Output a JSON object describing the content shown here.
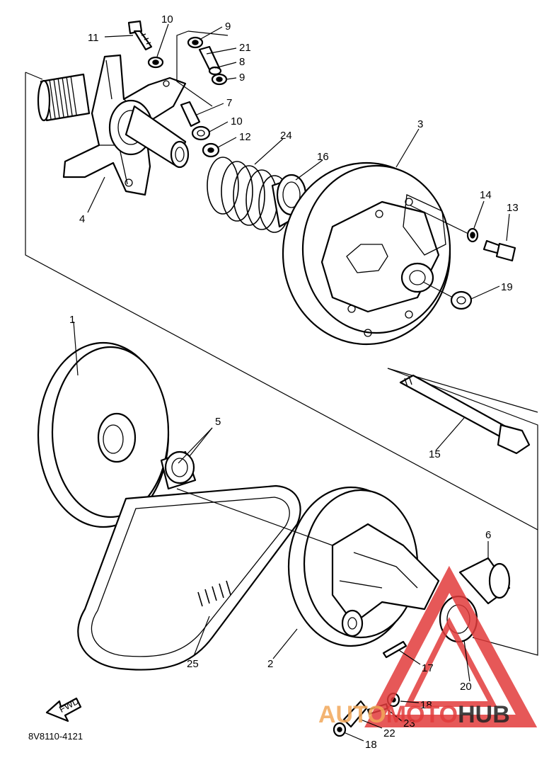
{
  "diagram_code": "8V8110-4121",
  "front_marker": "FWD",
  "watermark": {
    "part1": "AUTO",
    "part2": "MOTO",
    "part3": "HUB",
    "color_red": "#e23b3b",
    "color_orange": "#f2a85a",
    "color_dark": "#222222"
  },
  "callouts": [
    {
      "id": "c11a",
      "text": "11"
    },
    {
      "id": "c10a",
      "text": "10"
    },
    {
      "id": "c9a",
      "text": "9"
    },
    {
      "id": "c21",
      "text": "21"
    },
    {
      "id": "c8",
      "text": "8"
    },
    {
      "id": "c9b",
      "text": "9"
    },
    {
      "id": "c7",
      "text": "7"
    },
    {
      "id": "c10b",
      "text": "10"
    },
    {
      "id": "c12",
      "text": "12"
    },
    {
      "id": "c24",
      "text": "24"
    },
    {
      "id": "c16",
      "text": "16"
    },
    {
      "id": "c3",
      "text": "3"
    },
    {
      "id": "c4",
      "text": "4"
    },
    {
      "id": "c14",
      "text": "14"
    },
    {
      "id": "c13",
      "text": "13"
    },
    {
      "id": "c19",
      "text": "19"
    },
    {
      "id": "c1",
      "text": "1"
    },
    {
      "id": "c5",
      "text": "5"
    },
    {
      "id": "c15",
      "text": "15"
    },
    {
      "id": "c6",
      "text": "6"
    },
    {
      "id": "c25",
      "text": "25"
    },
    {
      "id": "c2",
      "text": "2"
    },
    {
      "id": "c17",
      "text": "17"
    },
    {
      "id": "c20",
      "text": "20"
    },
    {
      "id": "c18a",
      "text": "18"
    },
    {
      "id": "c23",
      "text": "23"
    },
    {
      "id": "c22",
      "text": "22"
    },
    {
      "id": "c18b",
      "text": "18"
    }
  ]
}
